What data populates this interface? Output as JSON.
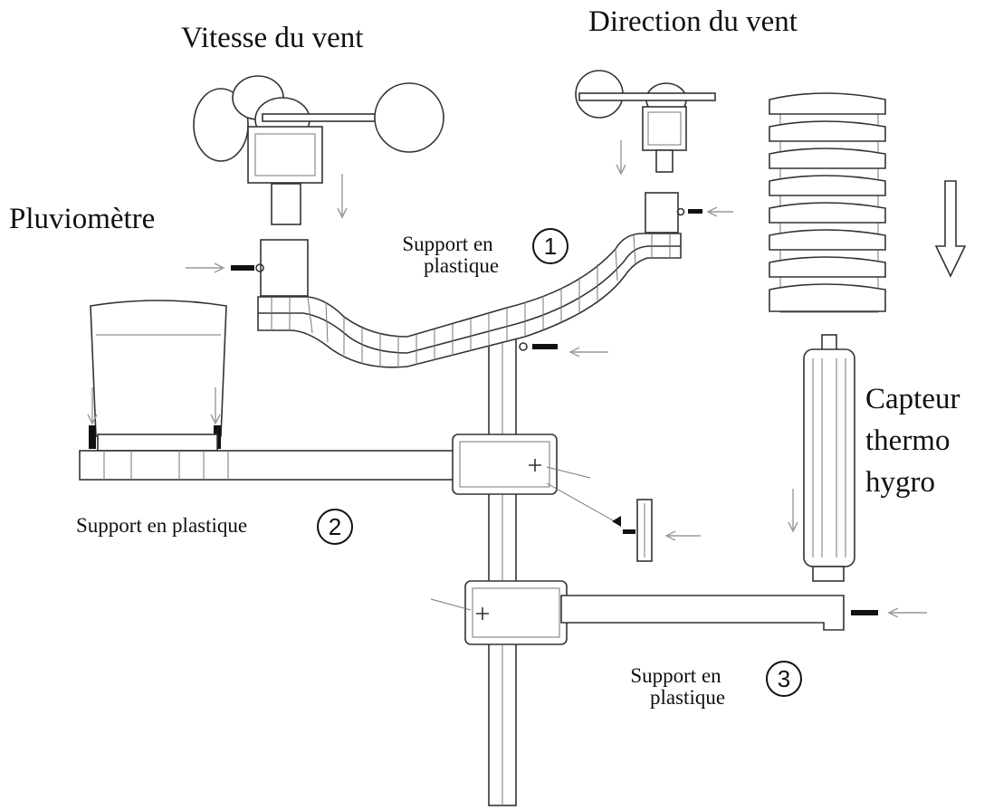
{
  "labels": {
    "wind_speed": "Vitesse du vent",
    "wind_direction": "Direction du vent",
    "rain_gauge": "Pluviomètre",
    "thermo_sensor_line1": "Capteur",
    "thermo_sensor_line2": "thermo",
    "thermo_sensor_line3": "hygro"
  },
  "supports": [
    {
      "line1": "Support en",
      "line2": "plastique",
      "number": "1"
    },
    {
      "line1": "Support en plastique",
      "number": "2"
    },
    {
      "line1": "Support en",
      "line2": "plastique",
      "number": "3"
    }
  ]
}
